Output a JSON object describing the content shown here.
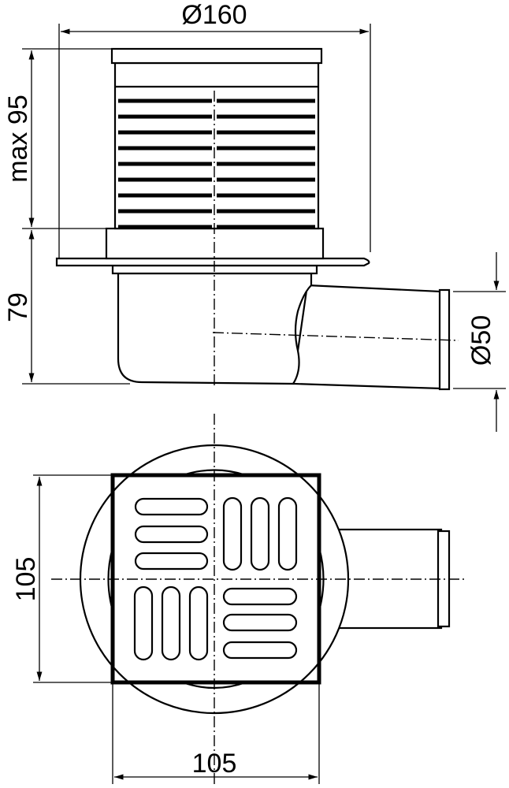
{
  "dimensions": {
    "top_diameter": "Ø160",
    "max_height": "max 95",
    "body_height": "79",
    "outlet_diameter": "Ø50",
    "grate_height": "105",
    "grate_width": "105"
  },
  "colors": {
    "line": "#000000",
    "background": "#ffffff"
  }
}
